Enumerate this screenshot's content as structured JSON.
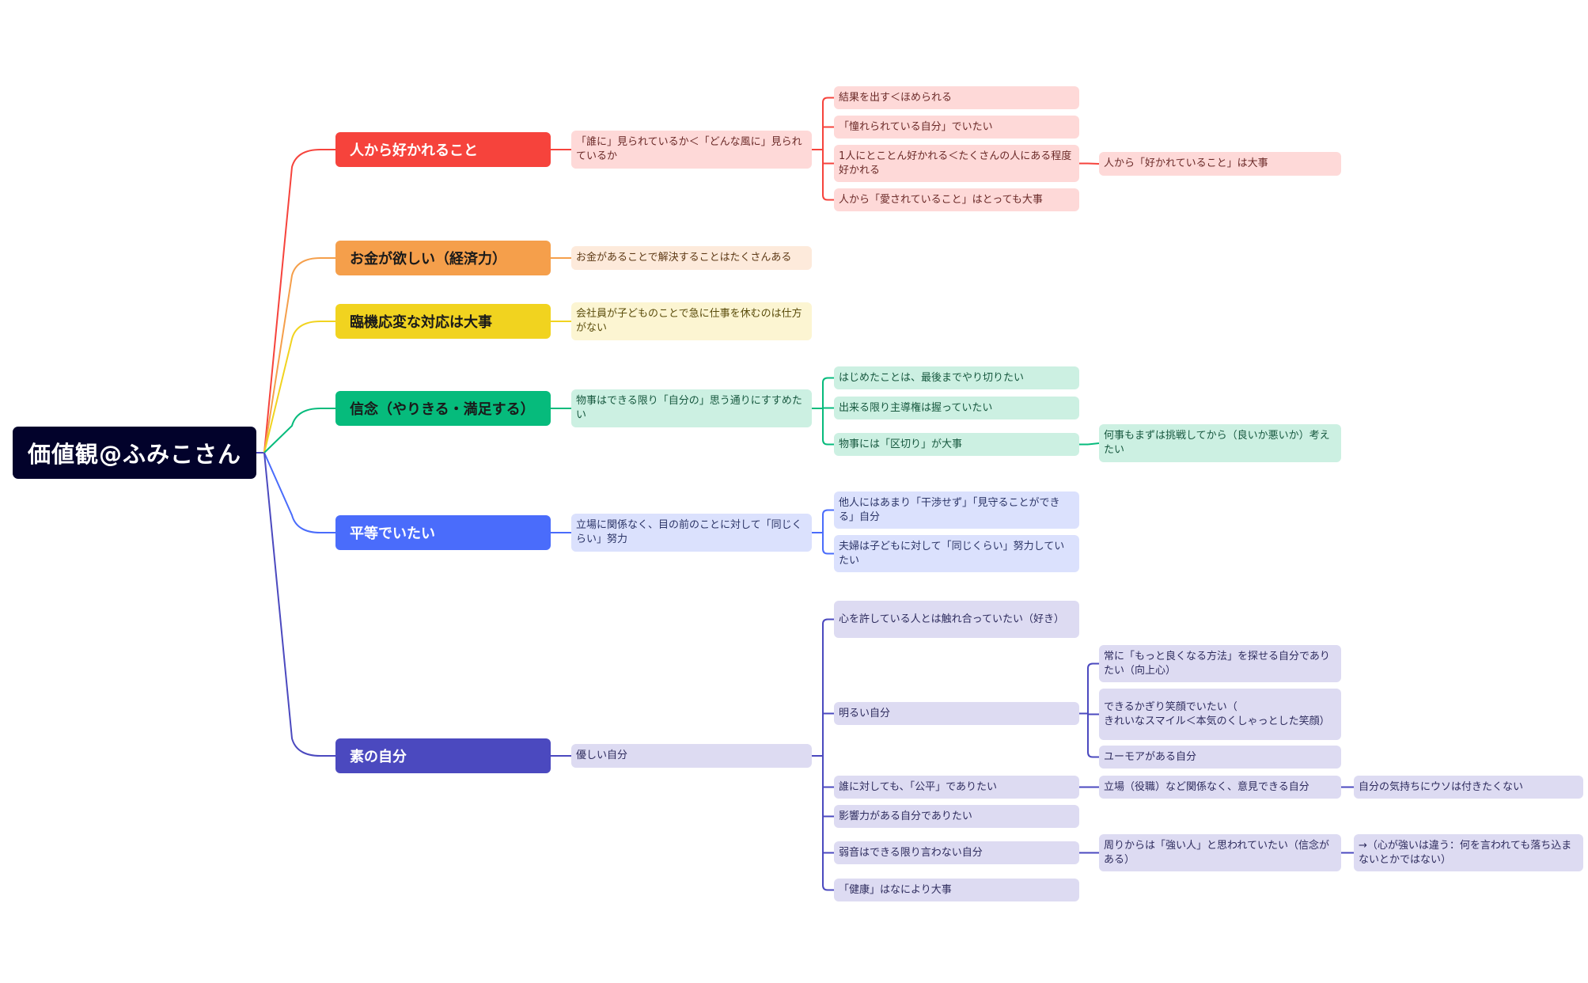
{
  "root": {
    "label": "価値観@ふみこさん",
    "color": "#02022b"
  },
  "branches": [
    {
      "id": "liked",
      "label": "人から好かれること",
      "color": "#f6433c",
      "text_color": "#ffffff",
      "light": "#fed9d8",
      "sub_text": "#6b2a28",
      "children": [
        {
          "label": "「誰に」見られているか＜「どんな風に」見られているか",
          "children": [
            {
              "label": "結果を出す＜ほめられる"
            },
            {
              "label": "「憧れられている自分」でいたい"
            },
            {
              "label": "1人にとことん好かれる＜たくさんの人にある程度好かれる",
              "children": [
                {
                  "label": "人から「好かれていること」は大事"
                }
              ]
            },
            {
              "label": "人から「愛されていること」はとっても大事"
            }
          ]
        }
      ]
    },
    {
      "id": "money",
      "label": "お金が欲しい（経済力）",
      "color": "#f59f4b",
      "text_color": "#1a1a1a",
      "light": "#fdeadb",
      "sub_text": "#5e3a16",
      "children": [
        {
          "label": "お金があることで解決することはたくさんある"
        }
      ]
    },
    {
      "id": "flexible",
      "label": "臨機応変な対応は大事",
      "color": "#f1d31f",
      "text_color": "#1a1a1a",
      "light": "#fcf5d2",
      "sub_text": "#5b4d0c",
      "children": [
        {
          "label": "会社員が子どものことで急に仕事を休むのは仕方がない"
        }
      ]
    },
    {
      "id": "belief",
      "label": "信念（やりきる・満足する）",
      "color": "#06bb7c",
      "text_color": "#1a1a1a",
      "light": "#ccf0e2",
      "sub_text": "#17583f",
      "children": [
        {
          "label": "物事はできる限り「自分の」思う通りにすすめたい",
          "children": [
            {
              "label": "はじめたことは、最後までやり切りたい"
            },
            {
              "label": "出来る限り主導権は握っていたい"
            },
            {
              "label": "物事には「区切り」が大事",
              "children": [
                {
                  "label": "何事もまずは挑戦してから（良いか悪いか）考えたい"
                }
              ]
            }
          ]
        }
      ]
    },
    {
      "id": "equal",
      "label": "平等でいたい",
      "color": "#4a6cfb",
      "text_color": "#ffffff",
      "light": "#dbe1fd",
      "sub_text": "#2b3466",
      "children": [
        {
          "label": "立場に関係なく、目の前のことに対して「同じくらい」努力",
          "children": [
            {
              "label": "他人にはあまり「干渉せず」「見守ることができる」自分"
            },
            {
              "label": "夫婦は子どもに対して「同じくらい」努力していたい"
            }
          ]
        }
      ]
    },
    {
      "id": "true-self",
      "label": "素の自分",
      "color": "#4b49bf",
      "text_color": "#ffffff",
      "light": "#dddbf2",
      "sub_text": "#2e2c5e",
      "children": [
        {
          "label": "優しい自分",
          "children": [
            {
              "label": "心を許している人とは触れ合っていたい（好き）"
            },
            {
              "label": "明るい自分",
              "children": [
                {
                  "label": "常に「もっと良くなる方法」を探せる自分でありたい（向上心）"
                },
                {
                  "label": "できるかぎり笑顔でいたい（\nきれいなスマイル＜本気のくしゃっとした笑顔）"
                },
                {
                  "label": "ユーモアがある自分"
                }
              ]
            },
            {
              "label": "誰に対しても、「公平」でありたい",
              "children": [
                {
                  "label": "立場（役職）など関係なく、意見できる自分",
                  "children": [
                    {
                      "label": "自分の気持ちにウソは付きたくない"
                    }
                  ]
                }
              ]
            },
            {
              "label": "影響力がある自分でありたい"
            },
            {
              "label": "弱音はできる限り言わない自分",
              "children": [
                {
                  "label": "周りからは「強い人」と思われていたい（信念がある）",
                  "children": [
                    {
                      "label": "→（心が強いは違う：何を言われても落ち込まないとかではない）"
                    }
                  ]
                }
              ]
            },
            {
              "label": "「健康」はなにより大事"
            }
          ]
        }
      ]
    }
  ]
}
